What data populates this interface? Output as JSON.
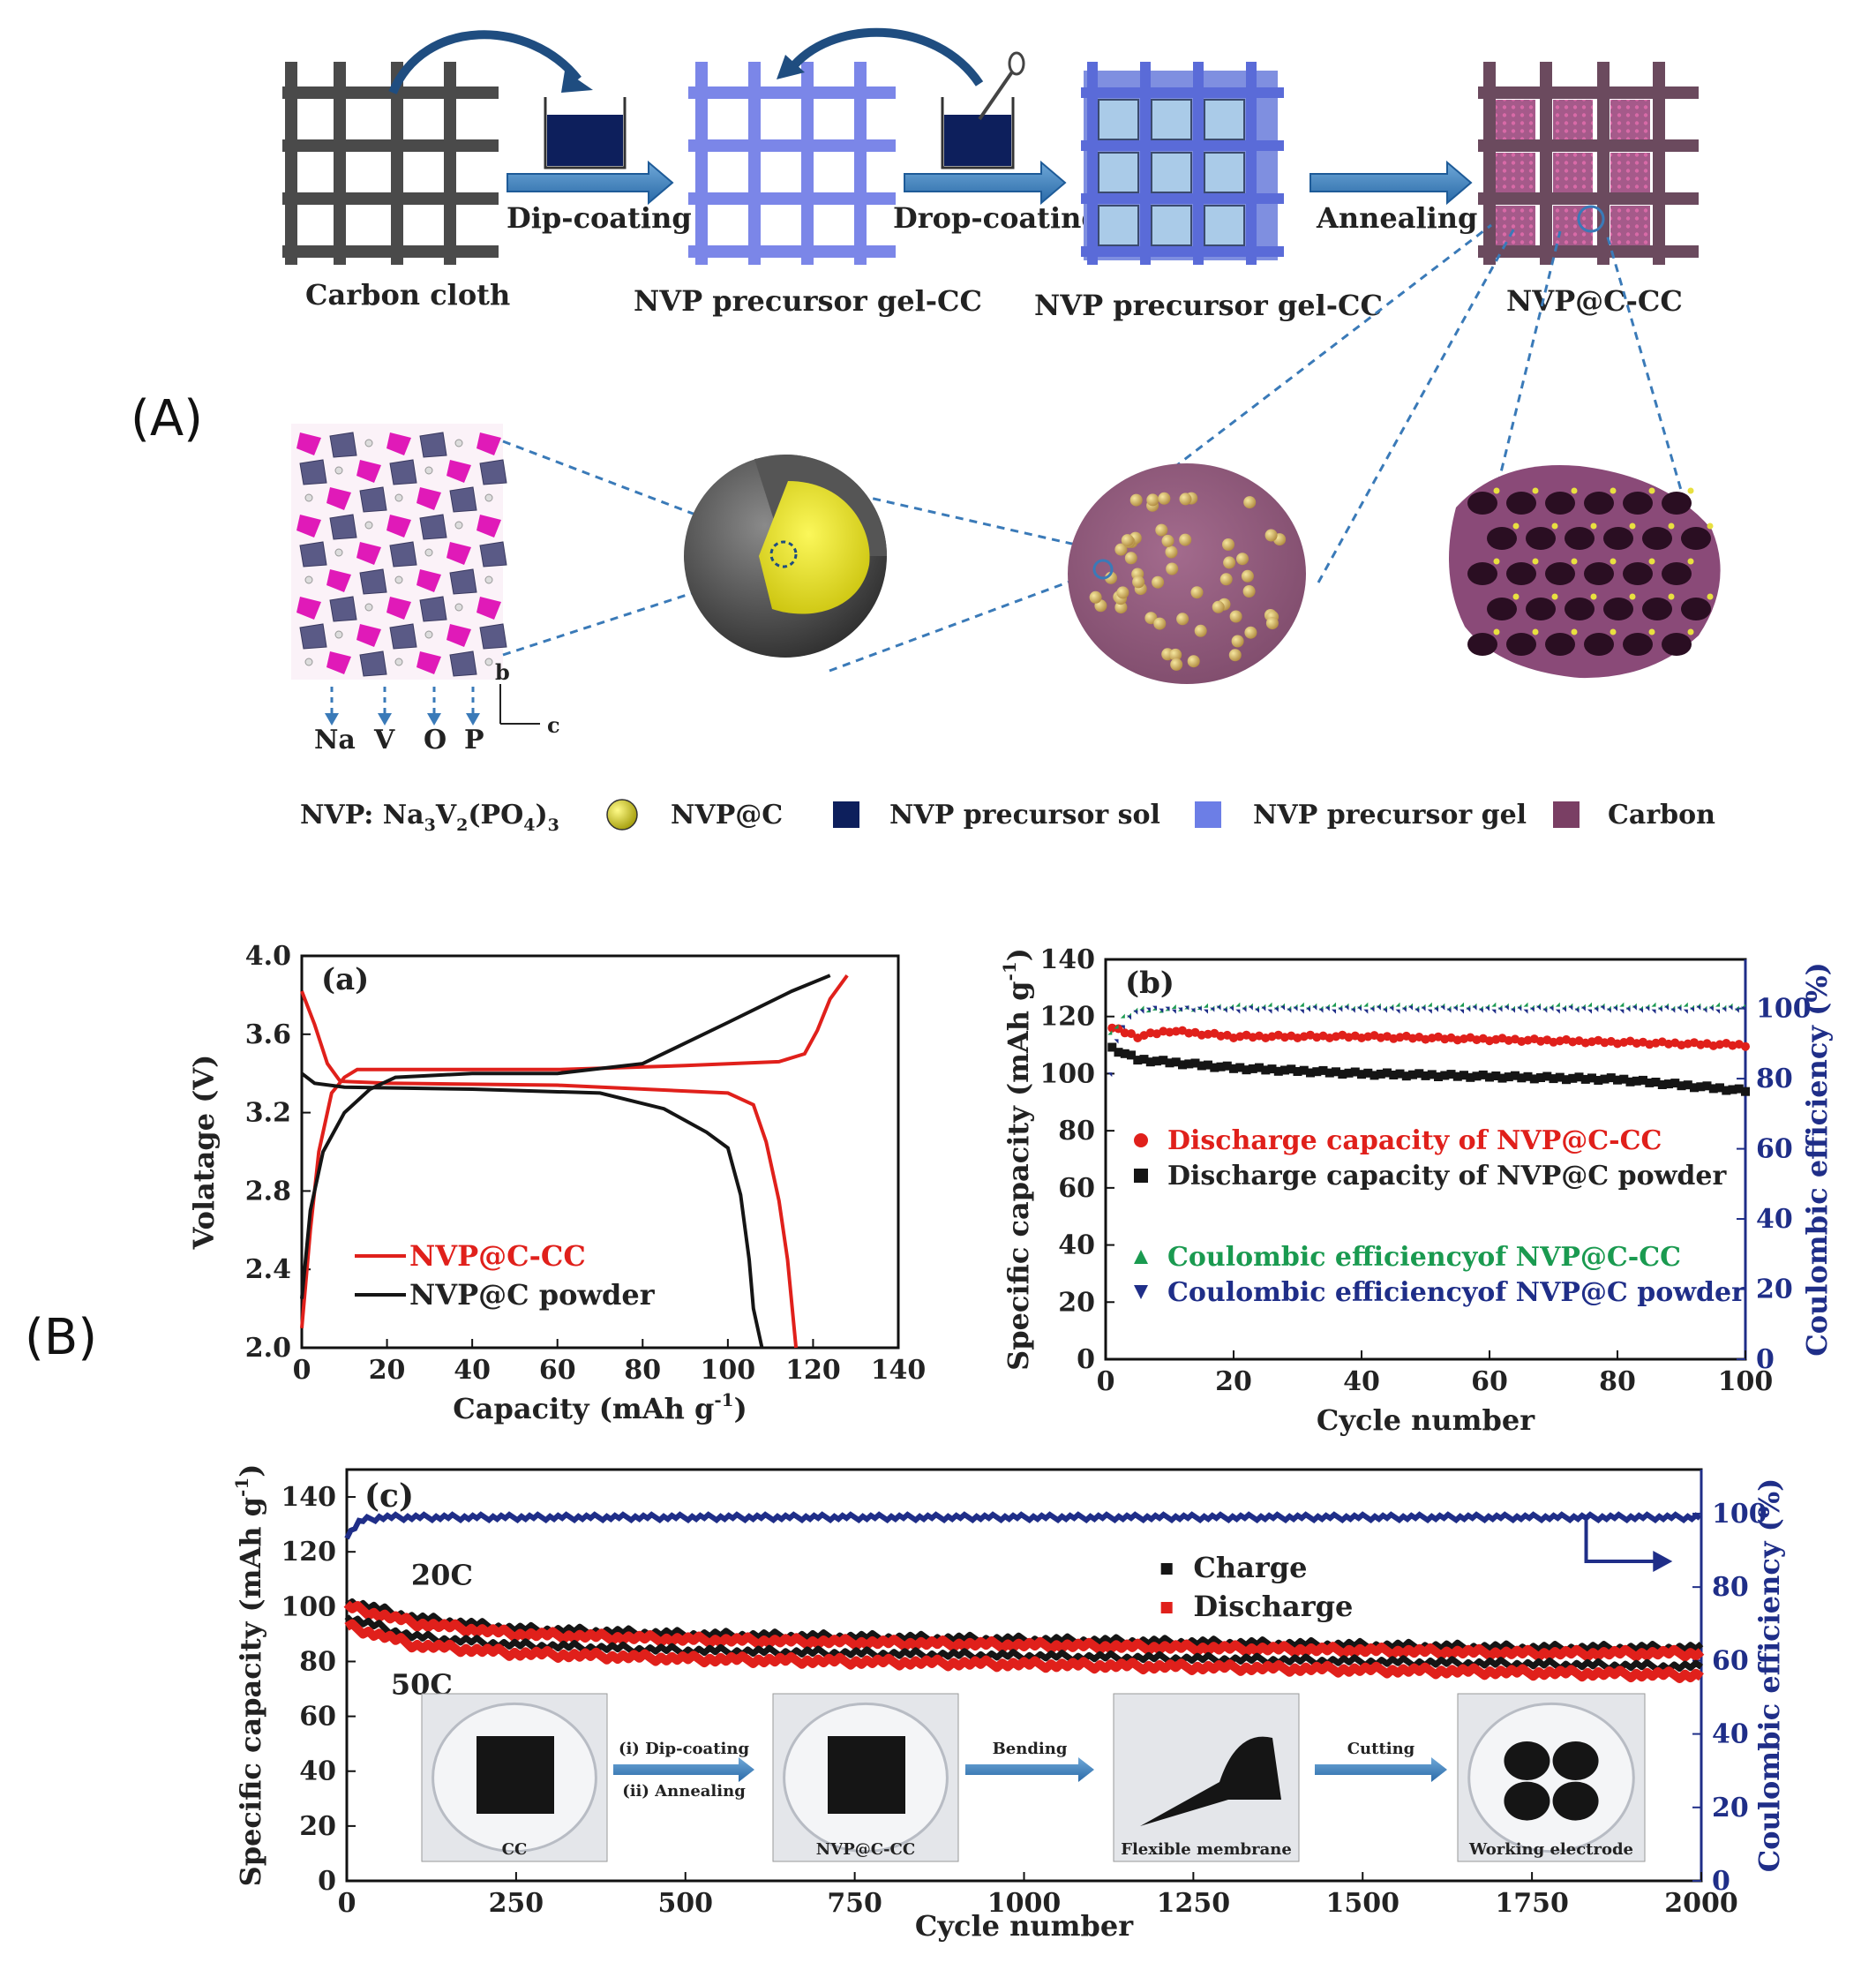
{
  "panel_labels": {
    "A": "(A)",
    "B": "(B)"
  },
  "schematic": {
    "steps": [
      "Carbon cloth",
      "NVP precursor gel-CC",
      "NVP precursor gel-CC",
      "NVP@C-CC"
    ],
    "arrows": [
      "Dip-coating",
      "Drop-coating",
      "Annealing"
    ],
    "crystal_labels": [
      "Na",
      "V",
      "O",
      "P"
    ],
    "axis_b": "b",
    "axis_c": "c",
    "legend": {
      "formula_prefix": "NVP: Na",
      "formula_sub1": "3",
      "formula_mid1": "V",
      "formula_sub2": "2",
      "formula_mid2": "(PO",
      "formula_sub3": "4",
      "formula_mid3": ")",
      "formula_sub4": "3",
      "items": [
        "NVP@C",
        "NVP precursor sol",
        "NVP precursor gel",
        "Carbon"
      ],
      "colors": [
        "#e8e020",
        "#0d1f5c",
        "#6c7ee6",
        "#7a3f64"
      ]
    }
  },
  "chart_data": [
    {
      "id": "a",
      "type": "line",
      "panel_label": "(a)",
      "xlabel": "Capacity (mAh g",
      "xlabel_sup": "-1",
      "xlabel_end": ")",
      "ylabel": "Volatage (V)",
      "xlim": [
        0,
        140
      ],
      "ylim": [
        2.0,
        4.0
      ],
      "xticks": [
        "0",
        "20",
        "40",
        "60",
        "80",
        "100",
        "120",
        "140"
      ],
      "yticks": [
        "2.0",
        "2.4",
        "2.8",
        "3.2",
        "3.6",
        "4.0"
      ],
      "legend": [
        "NVP@C-CC",
        "NVP@C powder"
      ],
      "series": [
        {
          "name": "NVP@C-CC",
          "color": "#e0201b",
          "segments": [
            [
              [
                0,
                2.1
              ],
              [
                2,
                2.6
              ],
              [
                4,
                3.0
              ],
              [
                7,
                3.3
              ],
              [
                10,
                3.38
              ],
              [
                13,
                3.42
              ],
              [
                30,
                3.42
              ],
              [
                60,
                3.42
              ],
              [
                90,
                3.44
              ],
              [
                112,
                3.46
              ],
              [
                118,
                3.5
              ],
              [
                121,
                3.62
              ],
              [
                124,
                3.78
              ],
              [
                128,
                3.9
              ]
            ],
            [
              [
                0,
                3.82
              ],
              [
                3,
                3.65
              ],
              [
                6,
                3.45
              ],
              [
                9,
                3.36
              ],
              [
                20,
                3.35
              ],
              [
                60,
                3.34
              ],
              [
                100,
                3.3
              ],
              [
                106,
                3.24
              ],
              [
                109,
                3.05
              ],
              [
                112,
                2.75
              ],
              [
                114,
                2.45
              ],
              [
                116,
                2.0
              ]
            ]
          ]
        },
        {
          "name": "NVP@C powder",
          "color": "#151515",
          "segments": [
            [
              [
                0,
                2.25
              ],
              [
                2,
                2.7
              ],
              [
                5,
                3.0
              ],
              [
                10,
                3.2
              ],
              [
                16,
                3.32
              ],
              [
                22,
                3.38
              ],
              [
                40,
                3.4
              ],
              [
                60,
                3.4
              ],
              [
                80,
                3.45
              ],
              [
                100,
                3.66
              ],
              [
                115,
                3.82
              ],
              [
                124,
                3.9
              ]
            ],
            [
              [
                0,
                3.4
              ],
              [
                3,
                3.35
              ],
              [
                10,
                3.33
              ],
              [
                40,
                3.32
              ],
              [
                70,
                3.3
              ],
              [
                85,
                3.22
              ],
              [
                95,
                3.1
              ],
              [
                100,
                3.02
              ],
              [
                103,
                2.78
              ],
              [
                105,
                2.45
              ],
              [
                106,
                2.2
              ],
              [
                108,
                2.0
              ]
            ]
          ]
        }
      ]
    },
    {
      "id": "b",
      "type": "scatter",
      "panel_label": "(b)",
      "xlabel": "Cycle number",
      "ylabel": "Specific capacity (mAh g",
      "ylabel_sup": "-1",
      "ylabel_end": ")",
      "y2label": "Coulombic efficiency (%)",
      "xlim": [
        0,
        100
      ],
      "ylim": [
        0,
        140
      ],
      "y2lim": [
        0,
        114
      ],
      "xticks": [
        "0",
        "20",
        "40",
        "60",
        "80",
        "100"
      ],
      "yticks": [
        "0",
        "20",
        "40",
        "60",
        "80",
        "100",
        "120",
        "140"
      ],
      "y2ticks": [
        "0",
        "20",
        "40",
        "60",
        "80",
        "100"
      ],
      "legend": [
        "Discharge capacity of NVP@C-CC",
        "Discharge capacity of NVP@C powder",
        "Coulombic efficiencyof NVP@C-CC",
        "Coulombic efficiencyof NVP@C powder"
      ],
      "legend_colors": [
        "#e0201b",
        "#151515",
        "#1a9a50",
        "#1f2e88"
      ],
      "series": [
        {
          "name": "Discharge capacity of NVP@C-CC",
          "color": "#e0201b",
          "marker": "circle",
          "axis": "left",
          "start": 116,
          "pts": [
            [
              1,
              116
            ],
            [
              5,
              113
            ],
            [
              10,
              115
            ],
            [
              20,
              113
            ],
            [
              40,
              113
            ],
            [
              60,
              112
            ],
            [
              80,
              111
            ],
            [
              100,
              110
            ]
          ]
        },
        {
          "name": "Discharge capacity of NVP@C powder",
          "color": "#151515",
          "marker": "square",
          "axis": "left",
          "pts": [
            [
              1,
              109
            ],
            [
              5,
              105
            ],
            [
              20,
              102
            ],
            [
              40,
              100
            ],
            [
              60,
              99
            ],
            [
              80,
              98
            ],
            [
              100,
              94
            ]
          ]
        },
        {
          "name": "Coulombic efficiencyof NVP@C-CC",
          "color": "#1a9a50",
          "marker": "triangle-up",
          "axis": "right",
          "pts": [
            [
              1,
              92
            ],
            [
              3,
              97
            ],
            [
              5,
              99
            ],
            [
              20,
              100
            ],
            [
              60,
              100
            ],
            [
              100,
              100
            ]
          ]
        },
        {
          "name": "Coulombic efficiencyof NVP@C powder",
          "color": "#1f2e88",
          "marker": "triangle-down",
          "axis": "right",
          "pts": [
            [
              1,
              81
            ],
            [
              2,
              90
            ],
            [
              4,
              97
            ],
            [
              6,
              99
            ],
            [
              20,
              99
            ],
            [
              60,
              99
            ],
            [
              100,
              99
            ]
          ]
        }
      ]
    },
    {
      "id": "c",
      "type": "scatter",
      "panel_label": "(c)",
      "xlabel": "Cycle number",
      "ylabel": "Specific capacity (mAh g",
      "ylabel_sup": "-1",
      "ylabel_end": ")",
      "y2label": "Coulombic efficiency (%)",
      "xlim": [
        0,
        2000
      ],
      "ylim": [
        0,
        150
      ],
      "y2lim": [
        0,
        112
      ],
      "xticks": [
        "0",
        "250",
        "500",
        "750",
        "1000",
        "1250",
        "1500",
        "1750",
        "2000"
      ],
      "yticks": [
        "0",
        "20",
        "40",
        "60",
        "80",
        "100",
        "120",
        "140"
      ],
      "y2ticks": [
        "0",
        "20",
        "40",
        "60",
        "80",
        "100"
      ],
      "annotations": [
        "20C",
        "50C"
      ],
      "legend": [
        "Charge",
        "Discharge"
      ],
      "legend_colors": [
        "#151515",
        "#e0201b"
      ],
      "series": [
        {
          "name": "Charge",
          "color": "#151515",
          "axis": "left",
          "rate": "20C",
          "pts": [
            [
              0,
              102
            ],
            [
              100,
              96
            ],
            [
              250,
              92
            ],
            [
              500,
              90
            ],
            [
              750,
              89
            ],
            [
              1000,
              88
            ],
            [
              1250,
              87
            ],
            [
              1500,
              86
            ],
            [
              1750,
              85
            ],
            [
              2000,
              85
            ]
          ]
        },
        {
          "name": "Discharge",
          "color": "#e0201b",
          "axis": "left",
          "rate": "20C",
          "pts": [
            [
              0,
              100
            ],
            [
              100,
              94
            ],
            [
              250,
              90
            ],
            [
              500,
              88
            ],
            [
              750,
              87
            ],
            [
              1000,
              86
            ],
            [
              1250,
              85
            ],
            [
              1500,
              84
            ],
            [
              1750,
              83
            ],
            [
              2000,
              83
            ]
          ]
        },
        {
          "name": "Charge",
          "color": "#151515",
          "axis": "left",
          "rate": "50C",
          "pts": [
            [
              0,
              96
            ],
            [
              100,
              89
            ],
            [
              250,
              86
            ],
            [
              500,
              84
            ],
            [
              750,
              83
            ],
            [
              1000,
              82
            ],
            [
              1250,
              81
            ],
            [
              1500,
              80
            ],
            [
              1750,
              79
            ],
            [
              2000,
              78
            ]
          ]
        },
        {
          "name": "Discharge",
          "color": "#e0201b",
          "axis": "left",
          "rate": "50C",
          "pts": [
            [
              0,
              93
            ],
            [
              100,
              86
            ],
            [
              250,
              83
            ],
            [
              500,
              81
            ],
            [
              750,
              80
            ],
            [
              1000,
              79
            ],
            [
              1250,
              78
            ],
            [
              1500,
              77
            ],
            [
              1750,
              76
            ],
            [
              2000,
              75
            ]
          ]
        },
        {
          "name": "Coulombic efficiency",
          "color": "#1f2e88",
          "axis": "right",
          "pts": [
            [
              0,
              94
            ],
            [
              20,
              98
            ],
            [
              50,
              99
            ],
            [
              2000,
              99
            ]
          ]
        }
      ],
      "inset": {
        "photos": [
          "CC",
          "NVP@C-CC",
          "Flexible membrane",
          "Working electrode"
        ],
        "arrows": [
          [
            "(i) Dip-coating",
            "(ii) Annealing"
          ],
          [
            "Bending"
          ],
          [
            "Cutting"
          ]
        ]
      }
    }
  ]
}
